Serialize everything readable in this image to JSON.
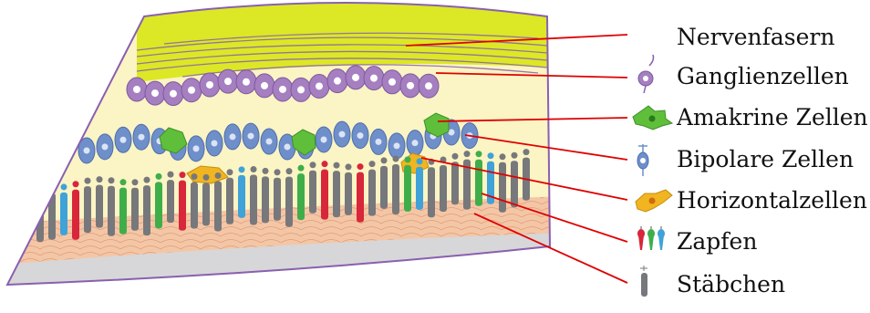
{
  "labels": {
    "nerve_fibers": "Nervenfasern",
    "ganglion_cells": "Ganglienzellen",
    "amacrine_cells": "Amakrine Zellen",
    "bipolar_cells": "Bipolare Zellen",
    "horizontal_cells": "Horizontalzellen",
    "cones": "Zapfen",
    "rods": "Stäbchen"
  },
  "colors": {
    "nerve_fiber_layer": "#dce825",
    "ganglion": "#a57fc0",
    "amacrine": "#5fbf3a",
    "bipolar": "#6f8fcb",
    "horizontal": "#f0b520",
    "cone_red": "#d8263a",
    "cone_green": "#3fae4a",
    "cone_blue": "#3fa2d8",
    "rod": "#77787b",
    "epithelium": "#f3c7a6",
    "choroid": "#d7d7d9",
    "leader_line": "#e00000",
    "outline": "#8a5fb0"
  }
}
